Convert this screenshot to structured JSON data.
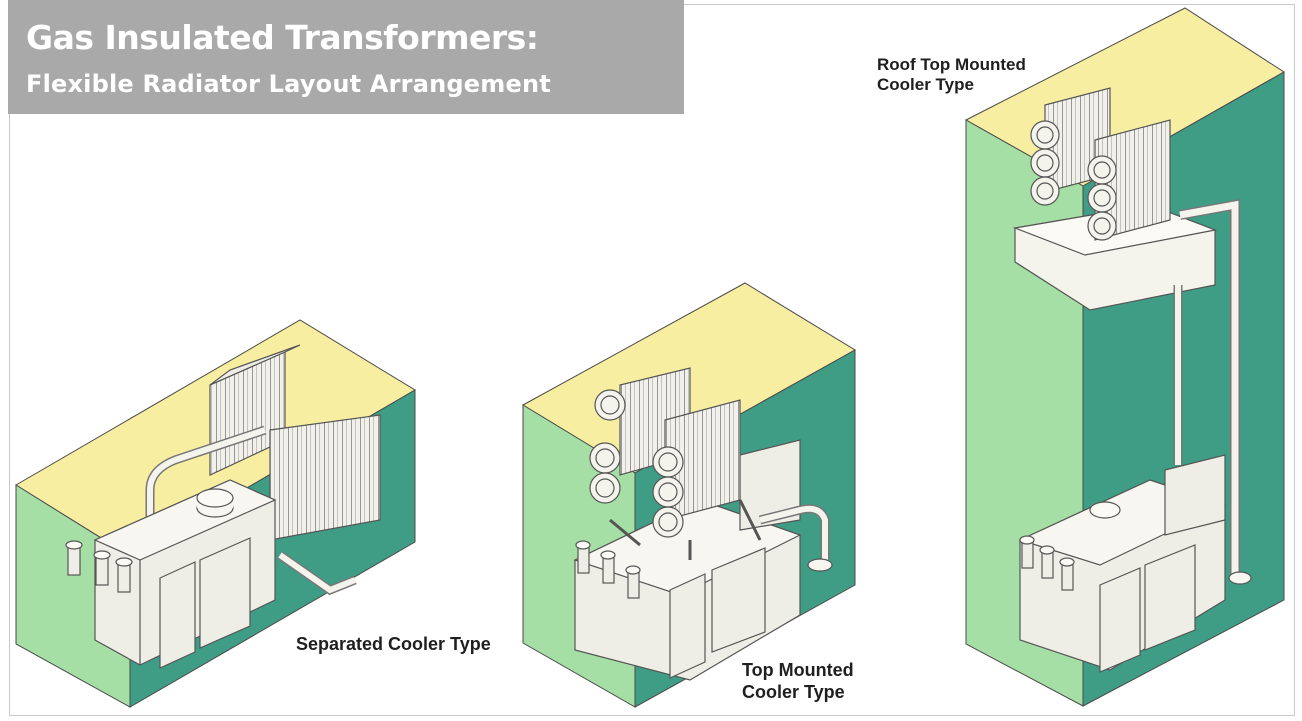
{
  "title": {
    "main": "Gas Insulated Transformers:",
    "subtitle": "Flexible Radiator Layout Arrangement"
  },
  "captions": {
    "separated": "Separated Cooler Type",
    "top_line1": "Top Mounted",
    "top_line2": "Cooler Type",
    "roof_line1": "Roof Top Mounted",
    "roof_line2": "Cooler Type"
  },
  "colors": {
    "title_bar": "#a9a9a9",
    "room_top": "#f8eea2",
    "room_front": "#a6dfa6",
    "room_side": "#3f9d86",
    "equipment": "#efeee6"
  }
}
